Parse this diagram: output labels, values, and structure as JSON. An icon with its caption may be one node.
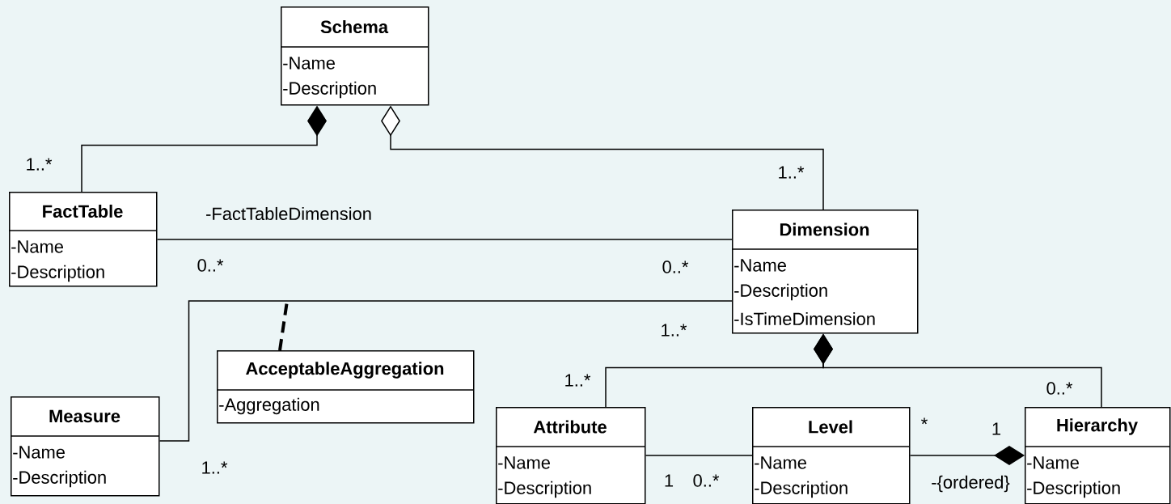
{
  "diagram": {
    "nodes": [
      {
        "text": [
          "Schema",
          "-Name",
          "-Description"
        ]
      },
      {
        "text": [
          "FactTable",
          "-Name",
          "-Description"
        ]
      },
      {
        "text": [
          "Dimension",
          "-Name",
          "-Description",
          "-IsTimeDimension"
        ]
      },
      {
        "text": [
          "Measure",
          "-Name",
          "-Description"
        ]
      },
      {
        "text": [
          "AcceptableAggregation",
          "-Aggregation"
        ]
      },
      {
        "text": [
          "Attribute",
          "-Name",
          "-Description"
        ]
      },
      {
        "text": [
          "Level",
          "-Name",
          "-Description"
        ]
      },
      {
        "text": [
          "Hierarchy",
          "-Name",
          "-Description"
        ]
      }
    ],
    "edges": [
      {
        "from": 0,
        "to": 1,
        "arrow": "other",
        "label": "1..*"
      },
      {
        "from": 0,
        "to": 2,
        "arrow": "other",
        "label": "1..*"
      },
      {
        "from": 1,
        "to": 2,
        "arrow": "none",
        "label": "-FactTableDimension"
      },
      {
        "from": 3,
        "to": 2,
        "arrow": "none",
        "label": "1..*"
      },
      {
        "from": 4,
        "to": null,
        "arrow": "none",
        "style": "dashed"
      },
      {
        "from": 2,
        "to": 5,
        "arrow": "other",
        "label": "1..*"
      },
      {
        "from": 2,
        "to": 7,
        "arrow": "other",
        "label": "0..*"
      },
      {
        "from": 5,
        "to": 6,
        "arrow": "none"
      },
      {
        "from": 7,
        "to": 6,
        "arrow": "other",
        "label": "-{ordered}"
      }
    ],
    "labels": [
      "0..*",
      "0..*",
      "1..*",
      "*",
      "1",
      "1",
      "0..*"
    ]
  }
}
